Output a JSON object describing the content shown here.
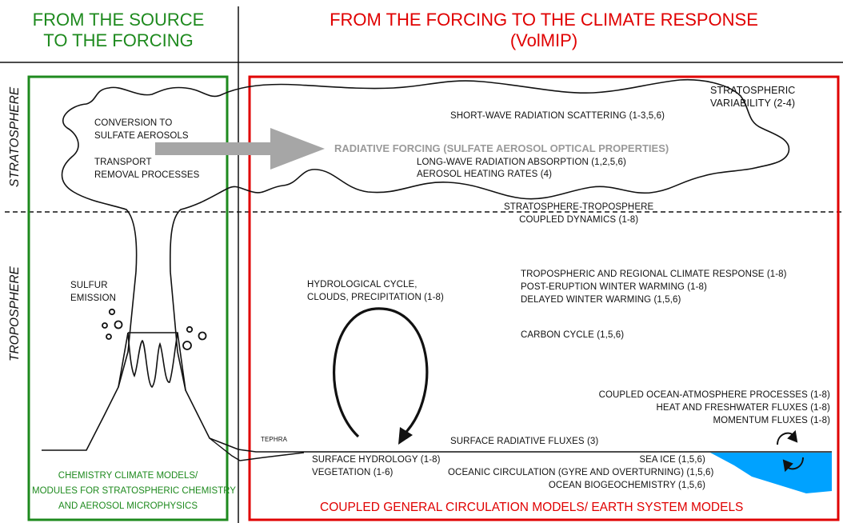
{
  "headers": {
    "left": [
      "FROM THE SOURCE",
      "TO THE FORCING"
    ],
    "right": [
      "FROM THE FORCING TO THE CLIMATE RESPONSE",
      "(VolMIP)"
    ]
  },
  "layers": {
    "stratosphere": "STRATOSPHERE",
    "troposphere": "TROPOSPHERE"
  },
  "source": {
    "conversion": "CONVERSION TO\nSULFATE AEROSOLS",
    "transport": "TRANSPORT\nREMOVAL PROCESSES",
    "sulfur": "SULFUR\nEMISSION",
    "tephra": "TEPHRA"
  },
  "forcing": {
    "radiative": "RADIATIVE FORCING (SULFATE AEROSOL OPTICAL PROPERTIES)"
  },
  "stratosphere_items": {
    "shortwave": "SHORT-WAVE RADIATION SCATTERING (1-3,5,6)",
    "variability": "STRATOSPHERIC\nVARIABILITY (2-4)",
    "longwave": "LONG-WAVE RADIATION ABSORPTION (1,2,5,6)",
    "heating": "AEROSOL HEATING RATES (4)",
    "coupled": "STRATOSPHERE-TROPOSPHERE\nCOUPLED DYNAMICS (1-8)"
  },
  "troposphere_items": {
    "hydro": "HYDROLOGICAL CYCLE,\nCLOUDS, PRECIPITATION (1-8)",
    "regional": "TROPOSPHERIC AND REGIONAL CLIMATE RESPONSE (1-8)\nPOST-ERUPTION WINTER WARMING (1-8)\nDELAYED WINTER WARMING (1,5,6)",
    "carbon": "CARBON CYCLE (1,5,6)",
    "ocean_atm": "COUPLED OCEAN-ATMOSPHERE PROCESSES (1-8)\nHEAT AND FRESHWATER FLUXES (1-8)\nMOMENTUM FLUXES (1-8)",
    "surface_rad": "SURFACE RADIATIVE FLUXES (3)",
    "surface_hydro": "SURFACE HYDROLOGY (1-8)\nVEGETATION (1-6)",
    "ocean": "SEA ICE (1,5,6)\nOCEANIC CIRCULATION (GYRE AND OVERTURNING) (1,5,6)\nOCEAN BIOGEOCHEMISTRY (1,5,6)"
  },
  "footers": {
    "left": "CHEMISTRY CLIMATE MODELS/\nMODULES FOR STRATOSPHERIC CHEMISTRY\nAND AEROSOL MICROPHYSICS",
    "right": "COUPLED GENERAL CIRCULATION MODELS/ EARTH SYSTEM MODELS"
  },
  "colors": {
    "green": "#1e8a1e",
    "red": "#e00000",
    "grey_arrow": "#a6a6a6",
    "ocean": "#00a2ff",
    "ink": "#111111"
  }
}
